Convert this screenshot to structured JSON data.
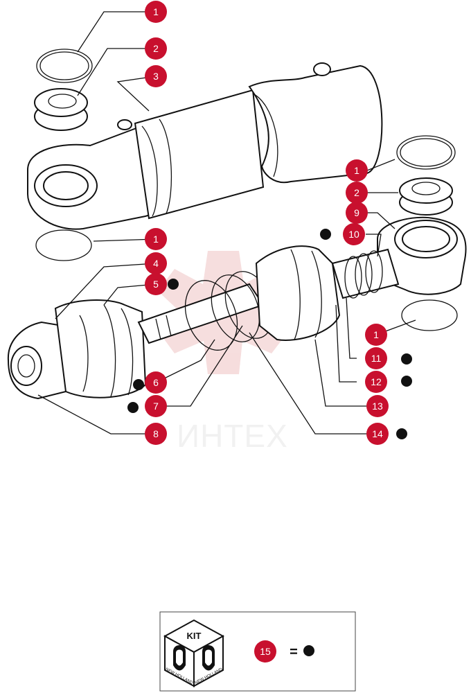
{
  "watermark": {
    "text": "ИНТЕХ",
    "color": "#e6a0a0"
  },
  "colors": {
    "callout_fill": "#c8102e",
    "callout_text": "#ffffff",
    "kit_dot": "#111111",
    "line": "#111111"
  },
  "callouts": [
    {
      "id": "c1a",
      "label": "1"
    },
    {
      "id": "c2a",
      "label": "2"
    },
    {
      "id": "c3",
      "label": "3"
    },
    {
      "id": "c1b",
      "label": "1"
    },
    {
      "id": "c2b",
      "label": "2"
    },
    {
      "id": "c9",
      "label": "9"
    },
    {
      "id": "c10",
      "label": "10",
      "in_kit": true
    },
    {
      "id": "c1c",
      "label": "1"
    },
    {
      "id": "c4",
      "label": "4"
    },
    {
      "id": "c5",
      "label": "5",
      "in_kit": true
    },
    {
      "id": "c1d",
      "label": "1"
    },
    {
      "id": "c11",
      "label": "11",
      "in_kit": true
    },
    {
      "id": "c6",
      "label": "6",
      "in_kit": true
    },
    {
      "id": "c12",
      "label": "12",
      "in_kit": true
    },
    {
      "id": "c7",
      "label": "7",
      "in_kit": true
    },
    {
      "id": "c13",
      "label": "13"
    },
    {
      "id": "c8",
      "label": "8"
    },
    {
      "id": "c14",
      "label": "14",
      "in_kit": true
    }
  ],
  "legend": {
    "kit_label": "KIT",
    "brand_left": "NEW HOLLAND",
    "brand_right": "NEW HOLLAND",
    "kit_number": "15",
    "equals": "="
  }
}
